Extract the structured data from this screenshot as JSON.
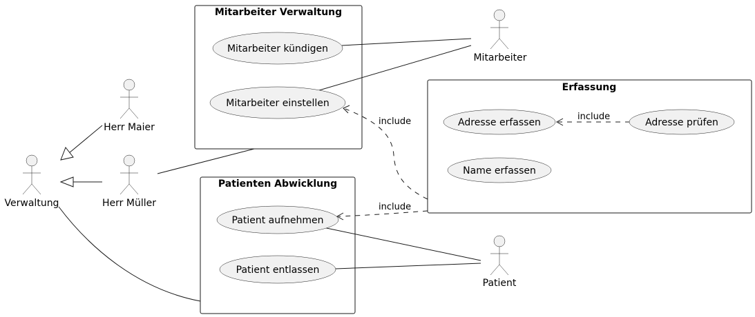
{
  "packages": {
    "mitarbeiter_verwaltung": "Mitarbeiter Verwaltung",
    "erfassung": "Erfassung",
    "patienten_abwicklung": "Patienten Abwicklung"
  },
  "usecases": {
    "mitarbeiter_kuendigen": "Mitarbeiter kündigen",
    "mitarbeiter_einstellen": "Mitarbeiter einstellen",
    "adresse_erfassen": "Adresse erfassen",
    "adresse_pruefen": "Adresse prüfen",
    "name_erfassen": "Name erfassen",
    "patient_aufnehmen": "Patient aufnehmen",
    "patient_entlassen": "Patient entlassen"
  },
  "actors": {
    "mitarbeiter": "Mitarbeiter",
    "herr_maier": "Herr Maier",
    "herr_mueller": "Herr Müller",
    "verwaltung": "Verwaltung",
    "patient": "Patient"
  },
  "relations": {
    "include_einstellen": "include",
    "include_adresse": "include",
    "include_aufnehmen": "include"
  }
}
